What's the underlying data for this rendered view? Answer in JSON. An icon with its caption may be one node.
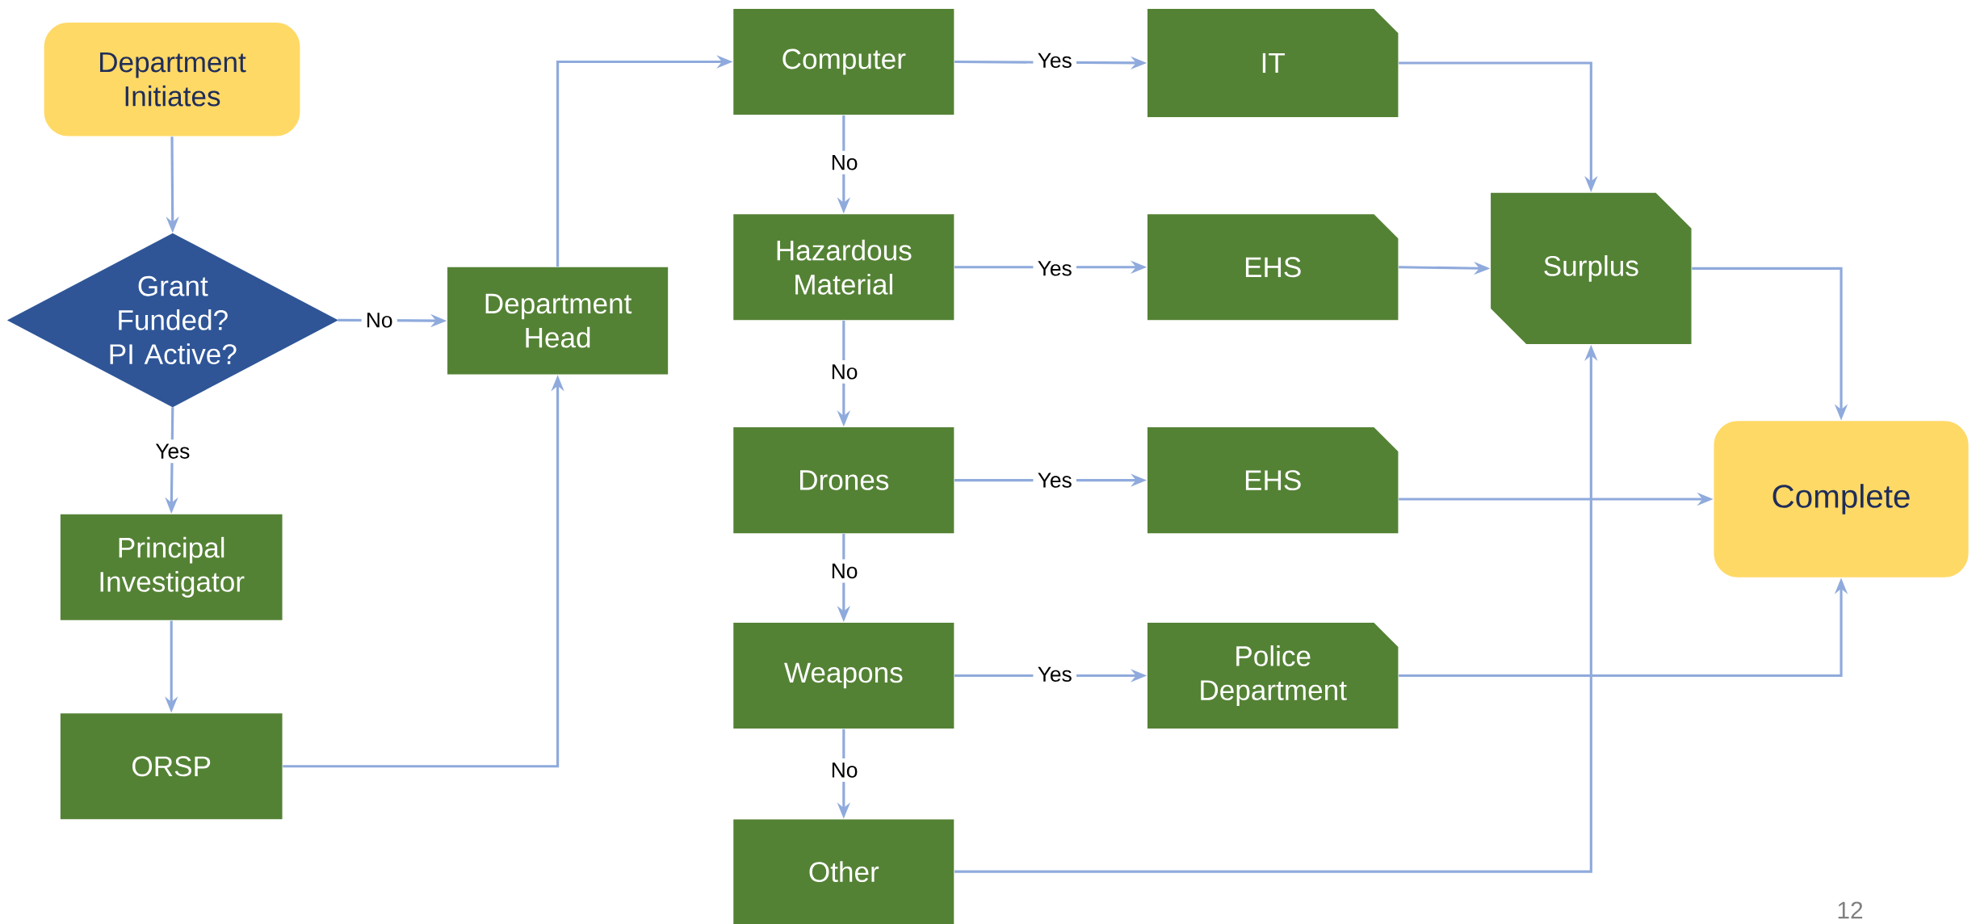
{
  "diagram": {
    "nodes": [
      {
        "text": [
          "Department Initiates"
        ]
      },
      {
        "text": [
          "Grant Funded? PI Active?"
        ]
      },
      {
        "text": [
          "Principal Investigator"
        ]
      },
      {
        "text": [
          "ORSP"
        ]
      },
      {
        "text": [
          "Department Head"
        ]
      },
      {
        "text": [
          "Computer"
        ]
      },
      {
        "text": [
          "Hazardous Material"
        ]
      },
      {
        "text": [
          "Drones"
        ]
      },
      {
        "text": [
          "Weapons"
        ]
      },
      {
        "text": [
          "Other"
        ]
      },
      {
        "text": [
          "IT"
        ]
      },
      {
        "text": [
          "EHS"
        ]
      },
      {
        "text": [
          "EHS"
        ]
      },
      {
        "text": [
          "Police Department"
        ]
      },
      {
        "text": [
          "Surplus"
        ]
      },
      {
        "text": [
          "Complete"
        ]
      }
    ],
    "edges": [
      {
        "from": 0,
        "to": 1,
        "arrow": "to"
      },
      {
        "from": 1,
        "to": 4,
        "arrow": "to",
        "label": "No"
      },
      {
        "from": 1,
        "to": 2,
        "arrow": "to",
        "label": "Yes"
      },
      {
        "from": 2,
        "to": 3,
        "arrow": "to"
      },
      {
        "from": 3,
        "to": 4,
        "arrow": "to"
      },
      {
        "from": 4,
        "to": 5,
        "arrow": "to"
      },
      {
        "from": 5,
        "to": 10,
        "arrow": "to",
        "label": "Yes"
      },
      {
        "from": 5,
        "to": 6,
        "arrow": "to",
        "label": "No"
      },
      {
        "from": 6,
        "to": 11,
        "arrow": "to",
        "label": "Yes"
      },
      {
        "from": 6,
        "to": 7,
        "arrow": "to",
        "label": "No"
      },
      {
        "from": 7,
        "to": 12,
        "arrow": "to",
        "label": "Yes"
      },
      {
        "from": 7,
        "to": 8,
        "arrow": "to",
        "label": "No"
      },
      {
        "from": 8,
        "to": 13,
        "arrow": "to",
        "label": "Yes"
      },
      {
        "from": 8,
        "to": 9,
        "arrow": "to",
        "label": "No"
      },
      {
        "from": 10,
        "to": 14,
        "arrow": "to"
      },
      {
        "from": 11,
        "to": 14,
        "arrow": "to"
      },
      {
        "from": 12,
        "to": 15,
        "arrow": "to"
      },
      {
        "from": 13,
        "to": 15,
        "arrow": "to"
      },
      {
        "from": 14,
        "to": 15,
        "arrow": "to"
      },
      {
        "from": 9,
        "to": 14,
        "arrow": "to"
      }
    ],
    "labels": [
      "12"
    ]
  }
}
